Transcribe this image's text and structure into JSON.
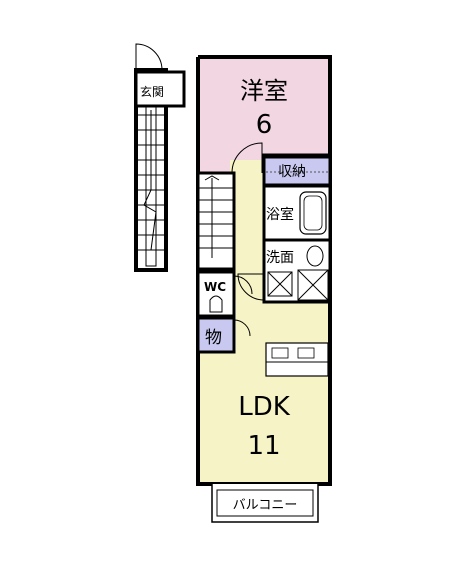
{
  "rooms": {
    "western": {
      "name": "洋室",
      "size": "6"
    },
    "ldk": {
      "name": "LDK",
      "size": "11"
    },
    "storage": "収納",
    "bath": "浴室",
    "washroom": "洗面",
    "wc": "WC",
    "closet": "物",
    "entrance": "玄関",
    "balcony": "バルコニー"
  },
  "colors": {
    "western_room": "#f2d6e2",
    "ldk": "#f6f4c6",
    "storage_label": "#c8c8f0",
    "wet_area": "#ffffff",
    "walls": "#000000"
  }
}
